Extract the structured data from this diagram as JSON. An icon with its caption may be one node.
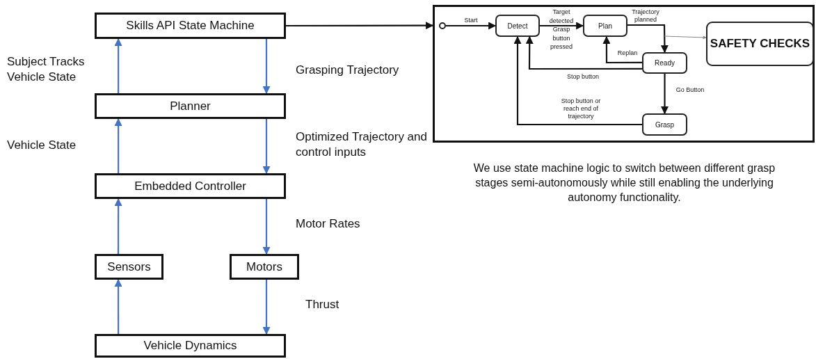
{
  "diagram": {
    "caption": "We use state machine logic to switch between different grasp stages semi-autonomously while still enabling the underlying autonomy functionality.",
    "nodes": [
      {
        "text": [
          "Skills API State Machine"
        ]
      },
      {
        "text": [
          "Planner"
        ]
      },
      {
        "text": [
          "Embedded Controller"
        ]
      },
      {
        "text": [
          "Sensors"
        ]
      },
      {
        "text": [
          "Motors"
        ]
      },
      {
        "text": [
          "Vehicle Dynamics"
        ]
      },
      {
        "text": [],
        "shape": "box"
      },
      {
        "text": [],
        "shape": "circle",
        "in": 6
      },
      {
        "text": [
          "Detect"
        ],
        "in": 6
      },
      {
        "text": [
          "Plan"
        ],
        "in": 6
      },
      {
        "text": [
          "Ready"
        ],
        "in": 6
      },
      {
        "text": [
          "Grasp"
        ],
        "in": 6
      },
      {
        "text": [
          "SAFETY CHECKS"
        ],
        "in": 6
      }
    ],
    "edges": [
      {
        "from": 1,
        "to": 0,
        "arrow": "to",
        "label": "Subject Tracks Vehicle State",
        "color": "#4472c4"
      },
      {
        "from": 0,
        "to": 1,
        "arrow": "to",
        "label": "Grasping Trajectory",
        "color": "#4472c4"
      },
      {
        "from": 2,
        "to": 1,
        "arrow": "to",
        "label": "Vehicle State",
        "color": "#4472c4"
      },
      {
        "from": 1,
        "to": 2,
        "arrow": "to",
        "label": "Optimized Trajectory and control inputs",
        "color": "#4472c4"
      },
      {
        "from": 3,
        "to": 2,
        "arrow": "to",
        "color": "#4472c4"
      },
      {
        "from": 2,
        "to": 4,
        "arrow": "to",
        "label": "Motor Rates",
        "color": "#4472c4"
      },
      {
        "from": 5,
        "to": 3,
        "arrow": "to",
        "color": "#4472c4"
      },
      {
        "from": 4,
        "to": 5,
        "arrow": "to",
        "label": "Thrust",
        "color": "#4472c4"
      },
      {
        "from": 0,
        "to": 6,
        "arrow": "to",
        "color": "#111111"
      },
      {
        "from": 7,
        "to": 8,
        "arrow": "to",
        "label": "Start",
        "color": "#111111"
      },
      {
        "from": 8,
        "to": 9,
        "arrow": "to",
        "label": "Target detected Grasp button pressed",
        "color": "#111111"
      },
      {
        "from": 9,
        "to": 10,
        "arrow": "to",
        "label": "Trajectory planned",
        "color": "#111111"
      },
      {
        "from": 10,
        "to": 9,
        "arrow": "to",
        "label": "Replan",
        "color": "#111111"
      },
      {
        "from": 10,
        "to": 8,
        "arrow": "to",
        "label": "Stop button",
        "color": "#111111"
      },
      {
        "from": 10,
        "to": 11,
        "arrow": "to",
        "label": "Go Button",
        "color": "#111111"
      },
      {
        "from": 11,
        "to": 8,
        "arrow": "to",
        "label": "Stop button or reach end of trajectory",
        "color": "#111111"
      },
      {
        "from": null,
        "to": 12,
        "arrow": "to",
        "color": "#888888"
      }
    ]
  }
}
